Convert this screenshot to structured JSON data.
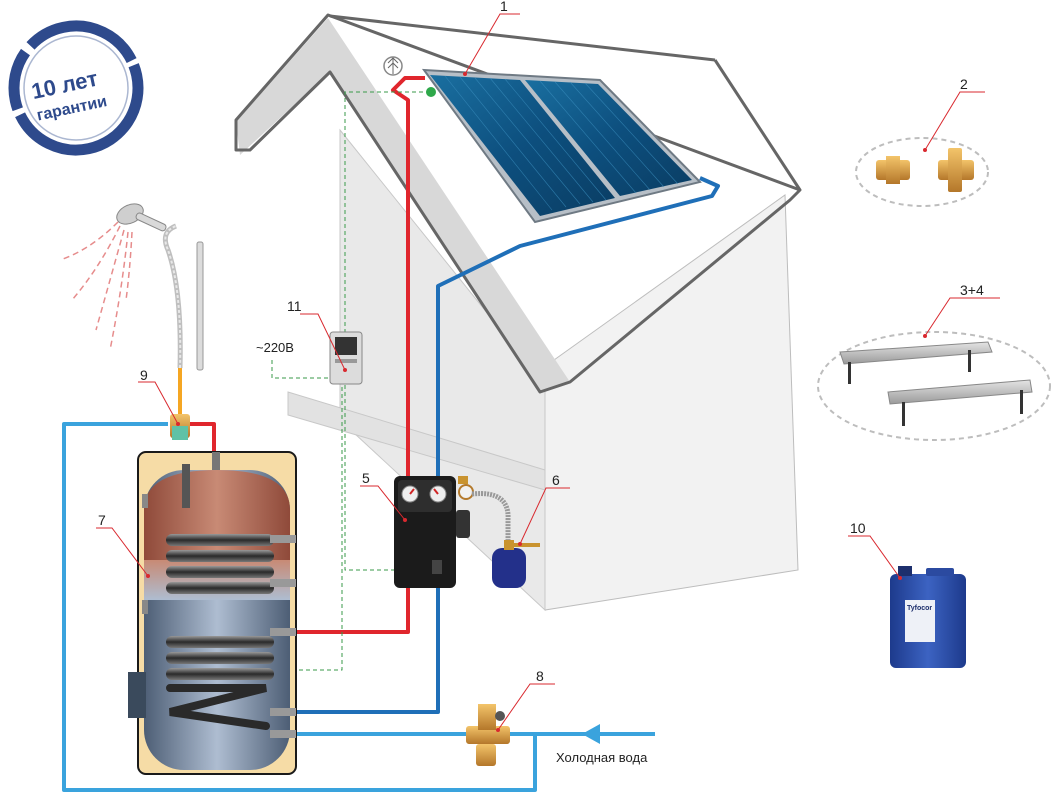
{
  "badge": {
    "line1": "10 лет",
    "line2": "гарантии"
  },
  "numbers": {
    "n1": "1",
    "n2": "2",
    "n34": "3+4",
    "n5": "5",
    "n6": "6",
    "n7": "7",
    "n8": "8",
    "n9": "9",
    "n10": "10",
    "n11": "11"
  },
  "labels": {
    "voltage": "~220В",
    "cold_water": "Холодная вода",
    "canister_brand": "Tyfocor"
  },
  "colors": {
    "hot_pipe": "#e0262d",
    "return_pipe": "#1f6fb8",
    "cold_pipe": "#3aa3dd",
    "sensor_line": "#3a9a4a",
    "callout": "#d9292f",
    "badge": "#2e4a8c"
  }
}
